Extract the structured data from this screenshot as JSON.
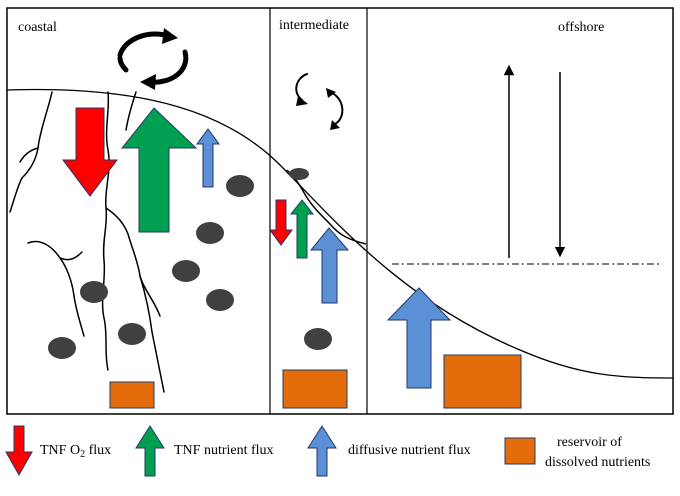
{
  "zones": {
    "coastal": "coastal",
    "intermediate": "intermediate",
    "offshore": "offshore"
  },
  "legend": {
    "o2_flux_pre": "TNF O",
    "o2_flux_sub": "2",
    "o2_flux_post": " flux",
    "nutrient_flux": "TNF nutrient flux",
    "diffusive_flux": "diffusive nutrient flux",
    "reservoir_line1": "reservoir of",
    "reservoir_line2": "dissolved nutrients"
  },
  "colors": {
    "red": "#ff0000",
    "green": "#00a050",
    "blue": "#5b8fd6",
    "orange": "#e46c0a",
    "rock": "#404040",
    "line": "#000000"
  }
}
